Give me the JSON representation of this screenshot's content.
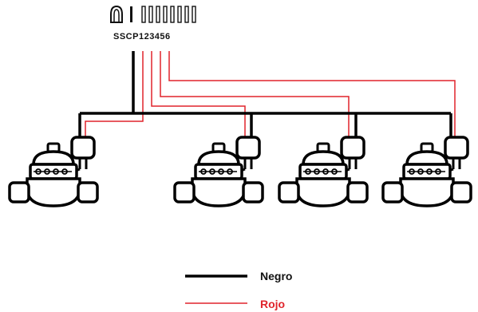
{
  "terminal_strip": {
    "labels": "SSCP123456"
  },
  "legend": {
    "items": [
      {
        "label": "Negro",
        "color": "#000000"
      },
      {
        "label": "Rojo",
        "color": "#e0242b"
      }
    ]
  },
  "colors": {
    "black_wire": "#000000",
    "red_wire": "#e0242b",
    "label_red": "#e0242b",
    "label_black": "#111111"
  },
  "valves": {
    "count": 4,
    "icon": "irrigation-valve-icon",
    "solenoid_icon": "solenoid-icon"
  }
}
